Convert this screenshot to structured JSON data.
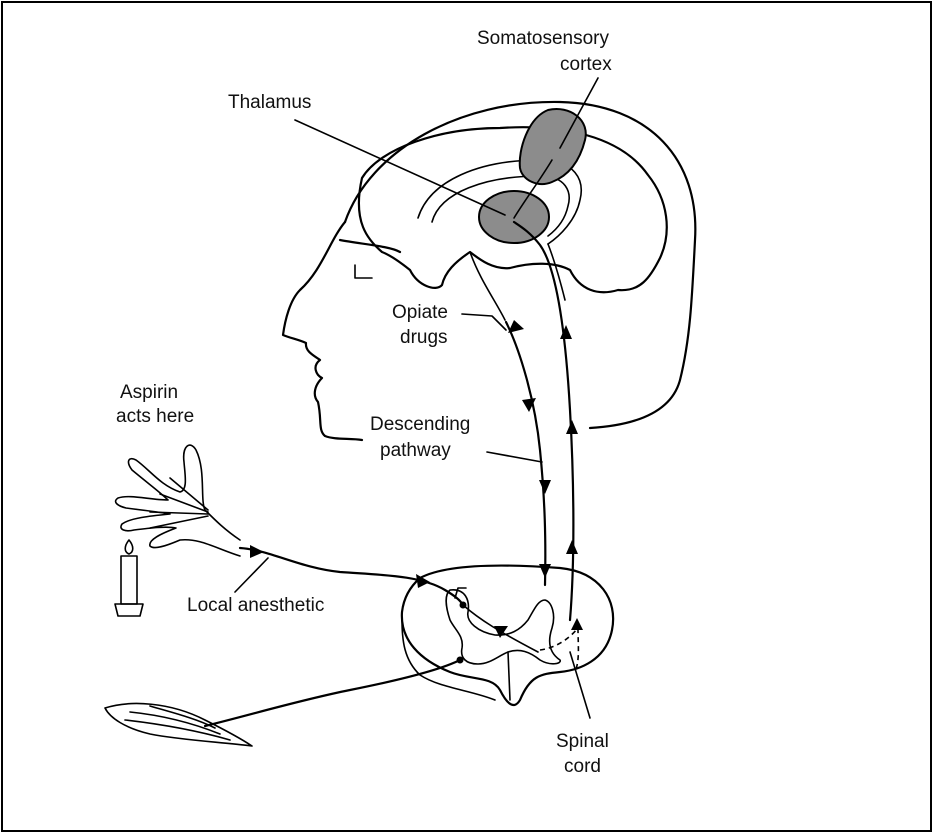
{
  "labels": {
    "somatosensory_line1": "Somatosensory",
    "somatosensory_line2": "cortex",
    "thalamus": "Thalamus",
    "opiate_line1": "Opiate",
    "opiate_line2": "drugs",
    "aspirin_line1": "Aspirin",
    "aspirin_line2": "acts here",
    "descending_line1": "Descending",
    "descending_line2": "pathway",
    "local_anesthetic": "Local anesthetic",
    "spinal_line1": "Spinal",
    "spinal_line2": "cord"
  },
  "colors": {
    "brain_region_fill": "#8c8c8c",
    "line": "#000000",
    "background": "#ffffff"
  }
}
